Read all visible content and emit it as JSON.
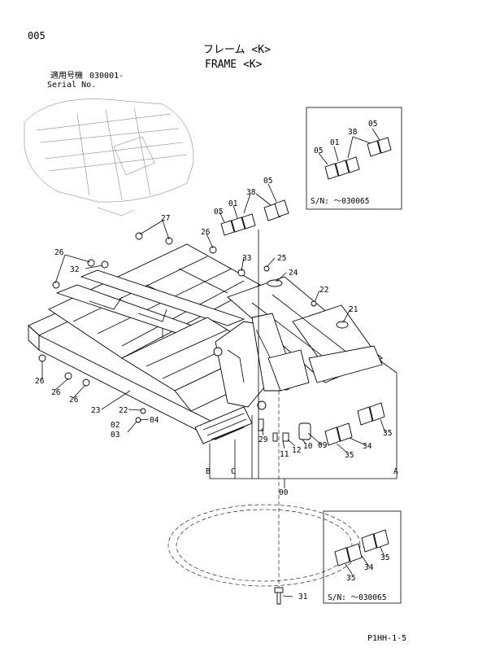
{
  "page": {
    "number": "005",
    "title_jp": "フレーム <K>",
    "title_en": "FRAME <K>",
    "serial_jp": "適用号機",
    "serial_value": "030001-",
    "serial_en": "Serial No.",
    "footer_code": "P1HH-1-5"
  },
  "callouts": {
    "c01": "01",
    "c02": "02",
    "c03": "03",
    "c04": "04",
    "c05": "05",
    "c09": "09",
    "c10": "10",
    "c11": "11",
    "c12": "12",
    "c21": "21",
    "c22": "22",
    "c23": "23",
    "c24": "24",
    "c25": "25",
    "c26": "26",
    "c27": "27",
    "c29": "29",
    "c31": "31",
    "c32": "32",
    "c33": "33",
    "c34": "34",
    "c35": "35",
    "c38": "38",
    "c00": "00",
    "refA": "A",
    "refB": "B",
    "refC": "C"
  },
  "inset_top": {
    "sn": "S/N: ～030065"
  },
  "inset_bottom": {
    "sn": "S/N: ～030065"
  }
}
